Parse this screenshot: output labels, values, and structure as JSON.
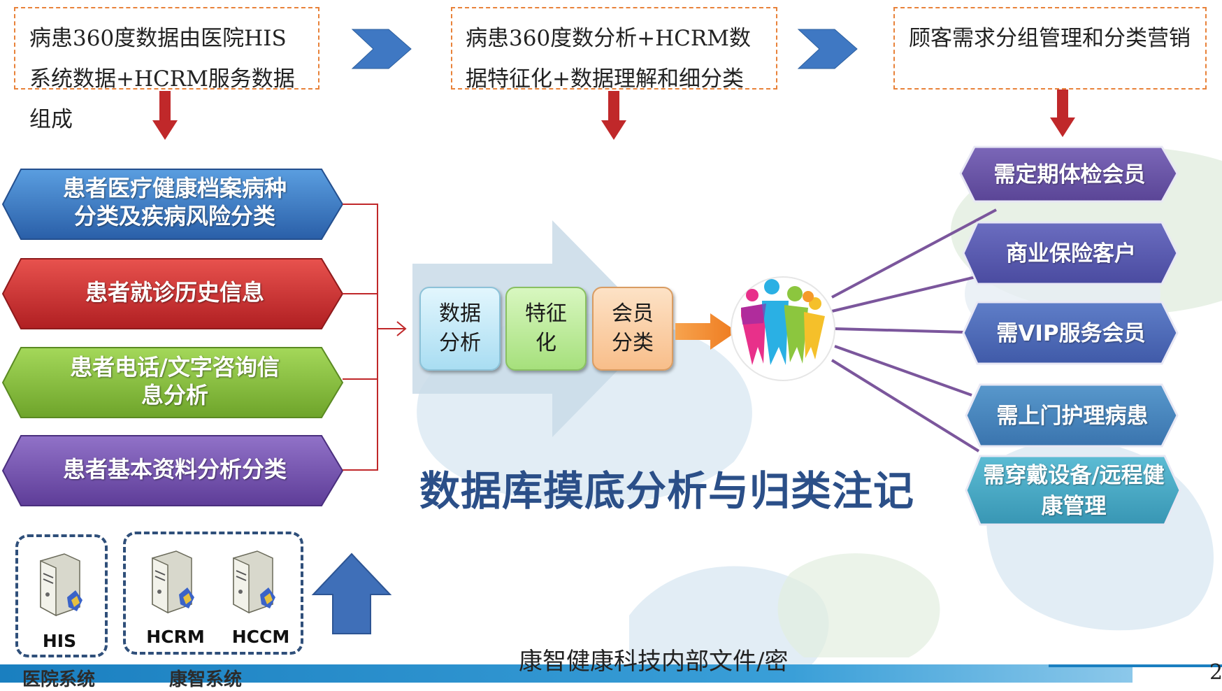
{
  "top_steps": [
    {
      "text": "病患360度数据由医院HIS\n系统数据+HCRM服务数据\n组成"
    },
    {
      "text": "病患360度数分析+HCRM数\n据特征化+数据理解和细分类"
    },
    {
      "text": "顾客需求分组管理和分类营销"
    }
  ],
  "left_categories": [
    {
      "label": "患者医疗健康档案病种\n分类及疾病风险分类",
      "color": "#3a7cc4"
    },
    {
      "label": "患者就诊历史信息",
      "color": "#d83b3b"
    },
    {
      "label": "患者电话/文字咨询信\n息分析",
      "color": "#8bc23d"
    },
    {
      "label": "患者基本资料分析分类",
      "color": "#7a55b0"
    }
  ],
  "process_steps": [
    {
      "label": "数据\n分析",
      "color": "#bfe8f6"
    },
    {
      "label": "特征\n化",
      "color": "#bdeb9a"
    },
    {
      "label": "会员\n分类",
      "color": "#fbd2aa"
    }
  ],
  "main_title": "数据库摸底分析与归类注记",
  "right_groups": [
    {
      "label": "需定期体检会员",
      "color": "#6a54a8"
    },
    {
      "label": "商业保险客户",
      "color": "#5a5cb0"
    },
    {
      "label": "需VIP服务会员",
      "color": "#4f6cba"
    },
    {
      "label": "需上门护理病患",
      "color": "#4a86c0"
    },
    {
      "label": "需穿戴设备/远程健\n康管理",
      "color": "#4aa9c4"
    }
  ],
  "servers": [
    {
      "label": "HIS"
    },
    {
      "label": "HCRM"
    },
    {
      "label": "HCCM"
    }
  ],
  "systems": {
    "hospital": "医院系统",
    "kangzhi": "康智系统"
  },
  "footer": {
    "text": "康智健康科技内部文件/密",
    "page_number": "2"
  },
  "colors": {
    "chevron": "#3f78c3",
    "down_arrow": "#c0282a",
    "connector": "#c0282a",
    "fan_lines": "#7b569c",
    "footer_bar": "#1a7fc0",
    "title": "#2b4f88",
    "up_arrow": "#3f6fb8"
  }
}
